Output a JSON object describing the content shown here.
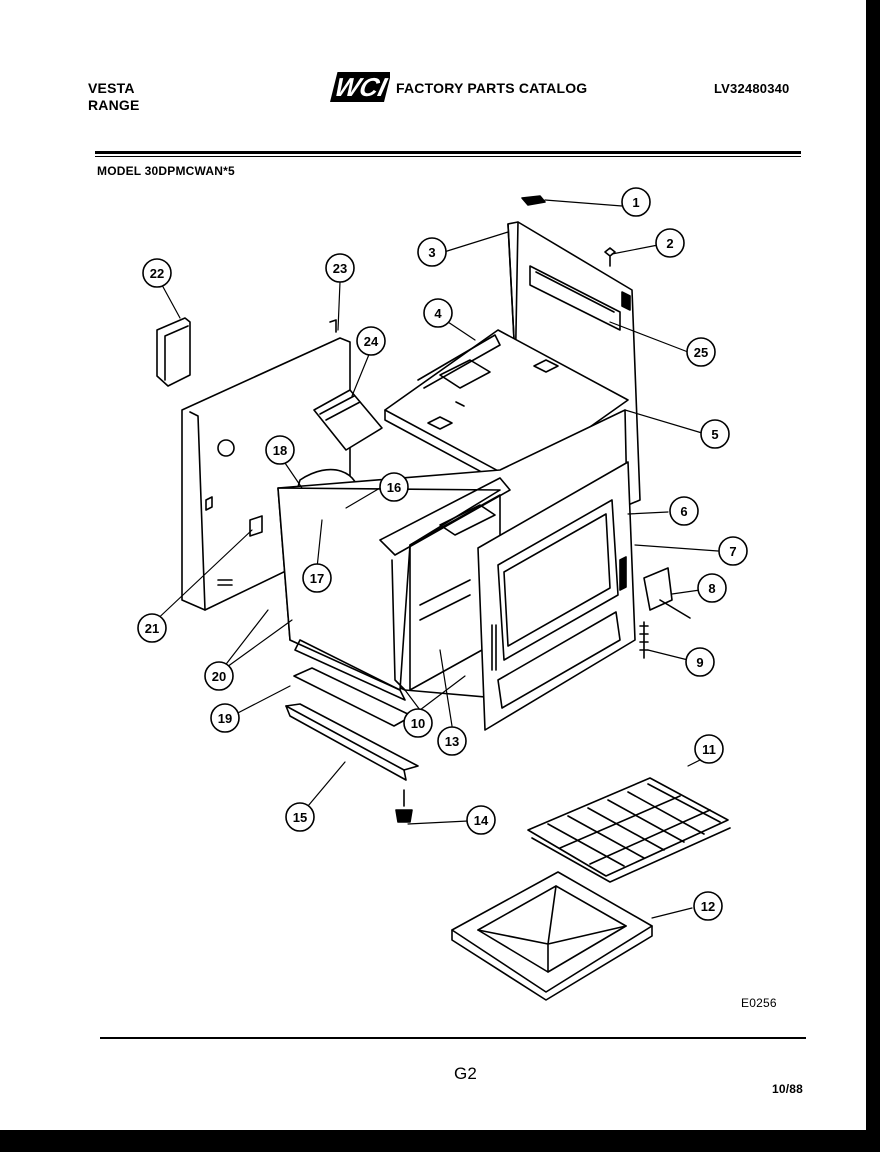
{
  "header": {
    "brand_line1": "VESTA",
    "brand_line2": "RANGE",
    "logo_text": "WCI",
    "catalog_title": "FACTORY PARTS CATALOG",
    "catalog_number": "LV32480340",
    "model": "MODEL 30DPMCWAN*5"
  },
  "diagram": {
    "figure_code": "E0256",
    "callouts": [
      "1",
      "2",
      "3",
      "4",
      "5",
      "6",
      "7",
      "8",
      "9",
      "10",
      "11",
      "12",
      "13",
      "14",
      "15",
      "16",
      "17",
      "18",
      "19",
      "20",
      "21",
      "22",
      "23",
      "24",
      "25"
    ]
  },
  "footer": {
    "page_code": "G2",
    "date": "10/88"
  },
  "colors": {
    "ink": "#000000",
    "paper": "#ffffff"
  }
}
